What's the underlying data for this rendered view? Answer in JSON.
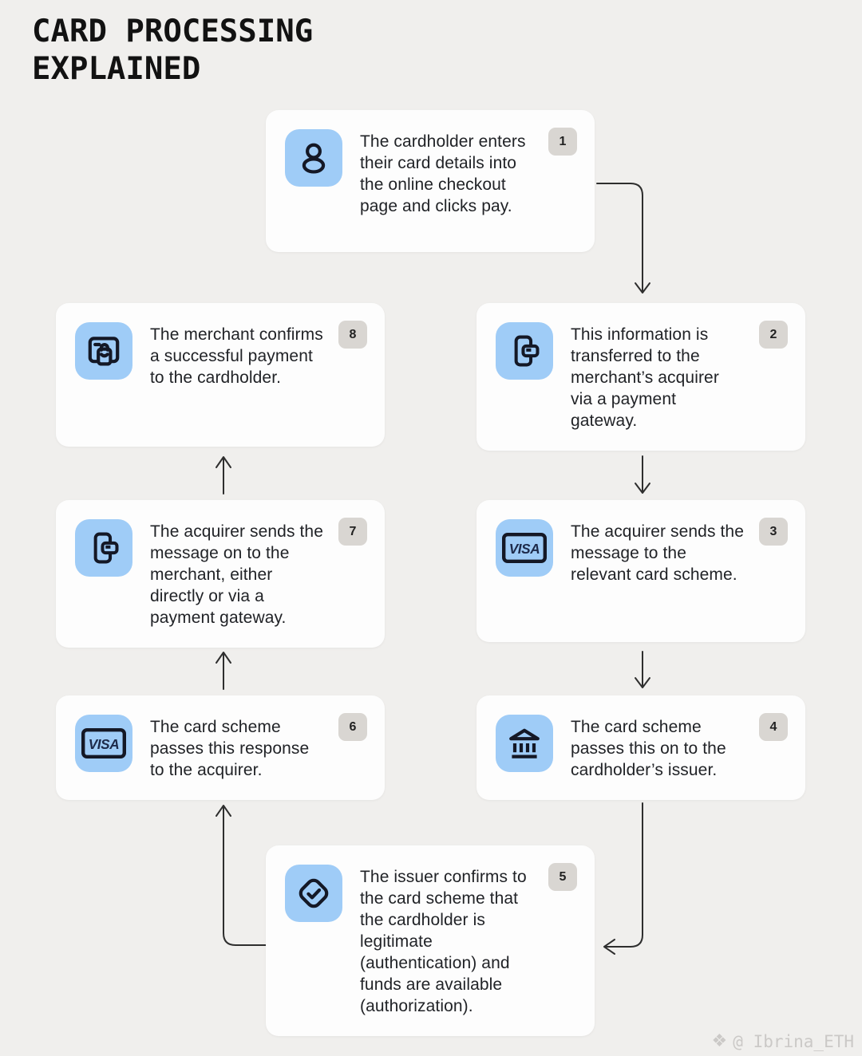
{
  "page": {
    "title": "CARD PROCESSING\nEXPLAINED",
    "watermark_handle": "@ Ibrina_ETH"
  },
  "colors": {
    "background": "#f0efed",
    "card_bg": "#fdfdfd",
    "icon_tile_blue": "#9fccf7",
    "icon_stroke": "#141826",
    "badge_bg": "#d9d6d2",
    "text": "#212327",
    "arrow": "#2e2e2e"
  },
  "visa_label": "VISA",
  "steps": [
    {
      "number": "1",
      "icon": "user-icon",
      "text": "The cardholder enters their card details into the online checkout page and clicks pay."
    },
    {
      "number": "2",
      "icon": "payment-gateway-icon",
      "text": "This information is transferred to the merchant’s acquirer via a payment gateway."
    },
    {
      "number": "3",
      "icon": "visa-card-icon",
      "text": "The acquirer sends the message to the relevant card scheme."
    },
    {
      "number": "4",
      "icon": "bank-icon",
      "text": "The card scheme passes this on to the cardholder’s issuer."
    },
    {
      "number": "5",
      "icon": "verified-check-icon",
      "text": "The issuer confirms to the card scheme that the cardholder is legitimate (authentication) and funds are available (authorization)."
    },
    {
      "number": "6",
      "icon": "visa-card-icon",
      "text": "The card scheme passes this response to the acquirer."
    },
    {
      "number": "7",
      "icon": "payment-gateway-icon",
      "text": "The acquirer sends the message on to the merchant, either directly or via a payment gateway."
    },
    {
      "number": "8",
      "icon": "merchant-store-icon",
      "text": "The merchant confirms a successful payment to the cardholder."
    }
  ]
}
